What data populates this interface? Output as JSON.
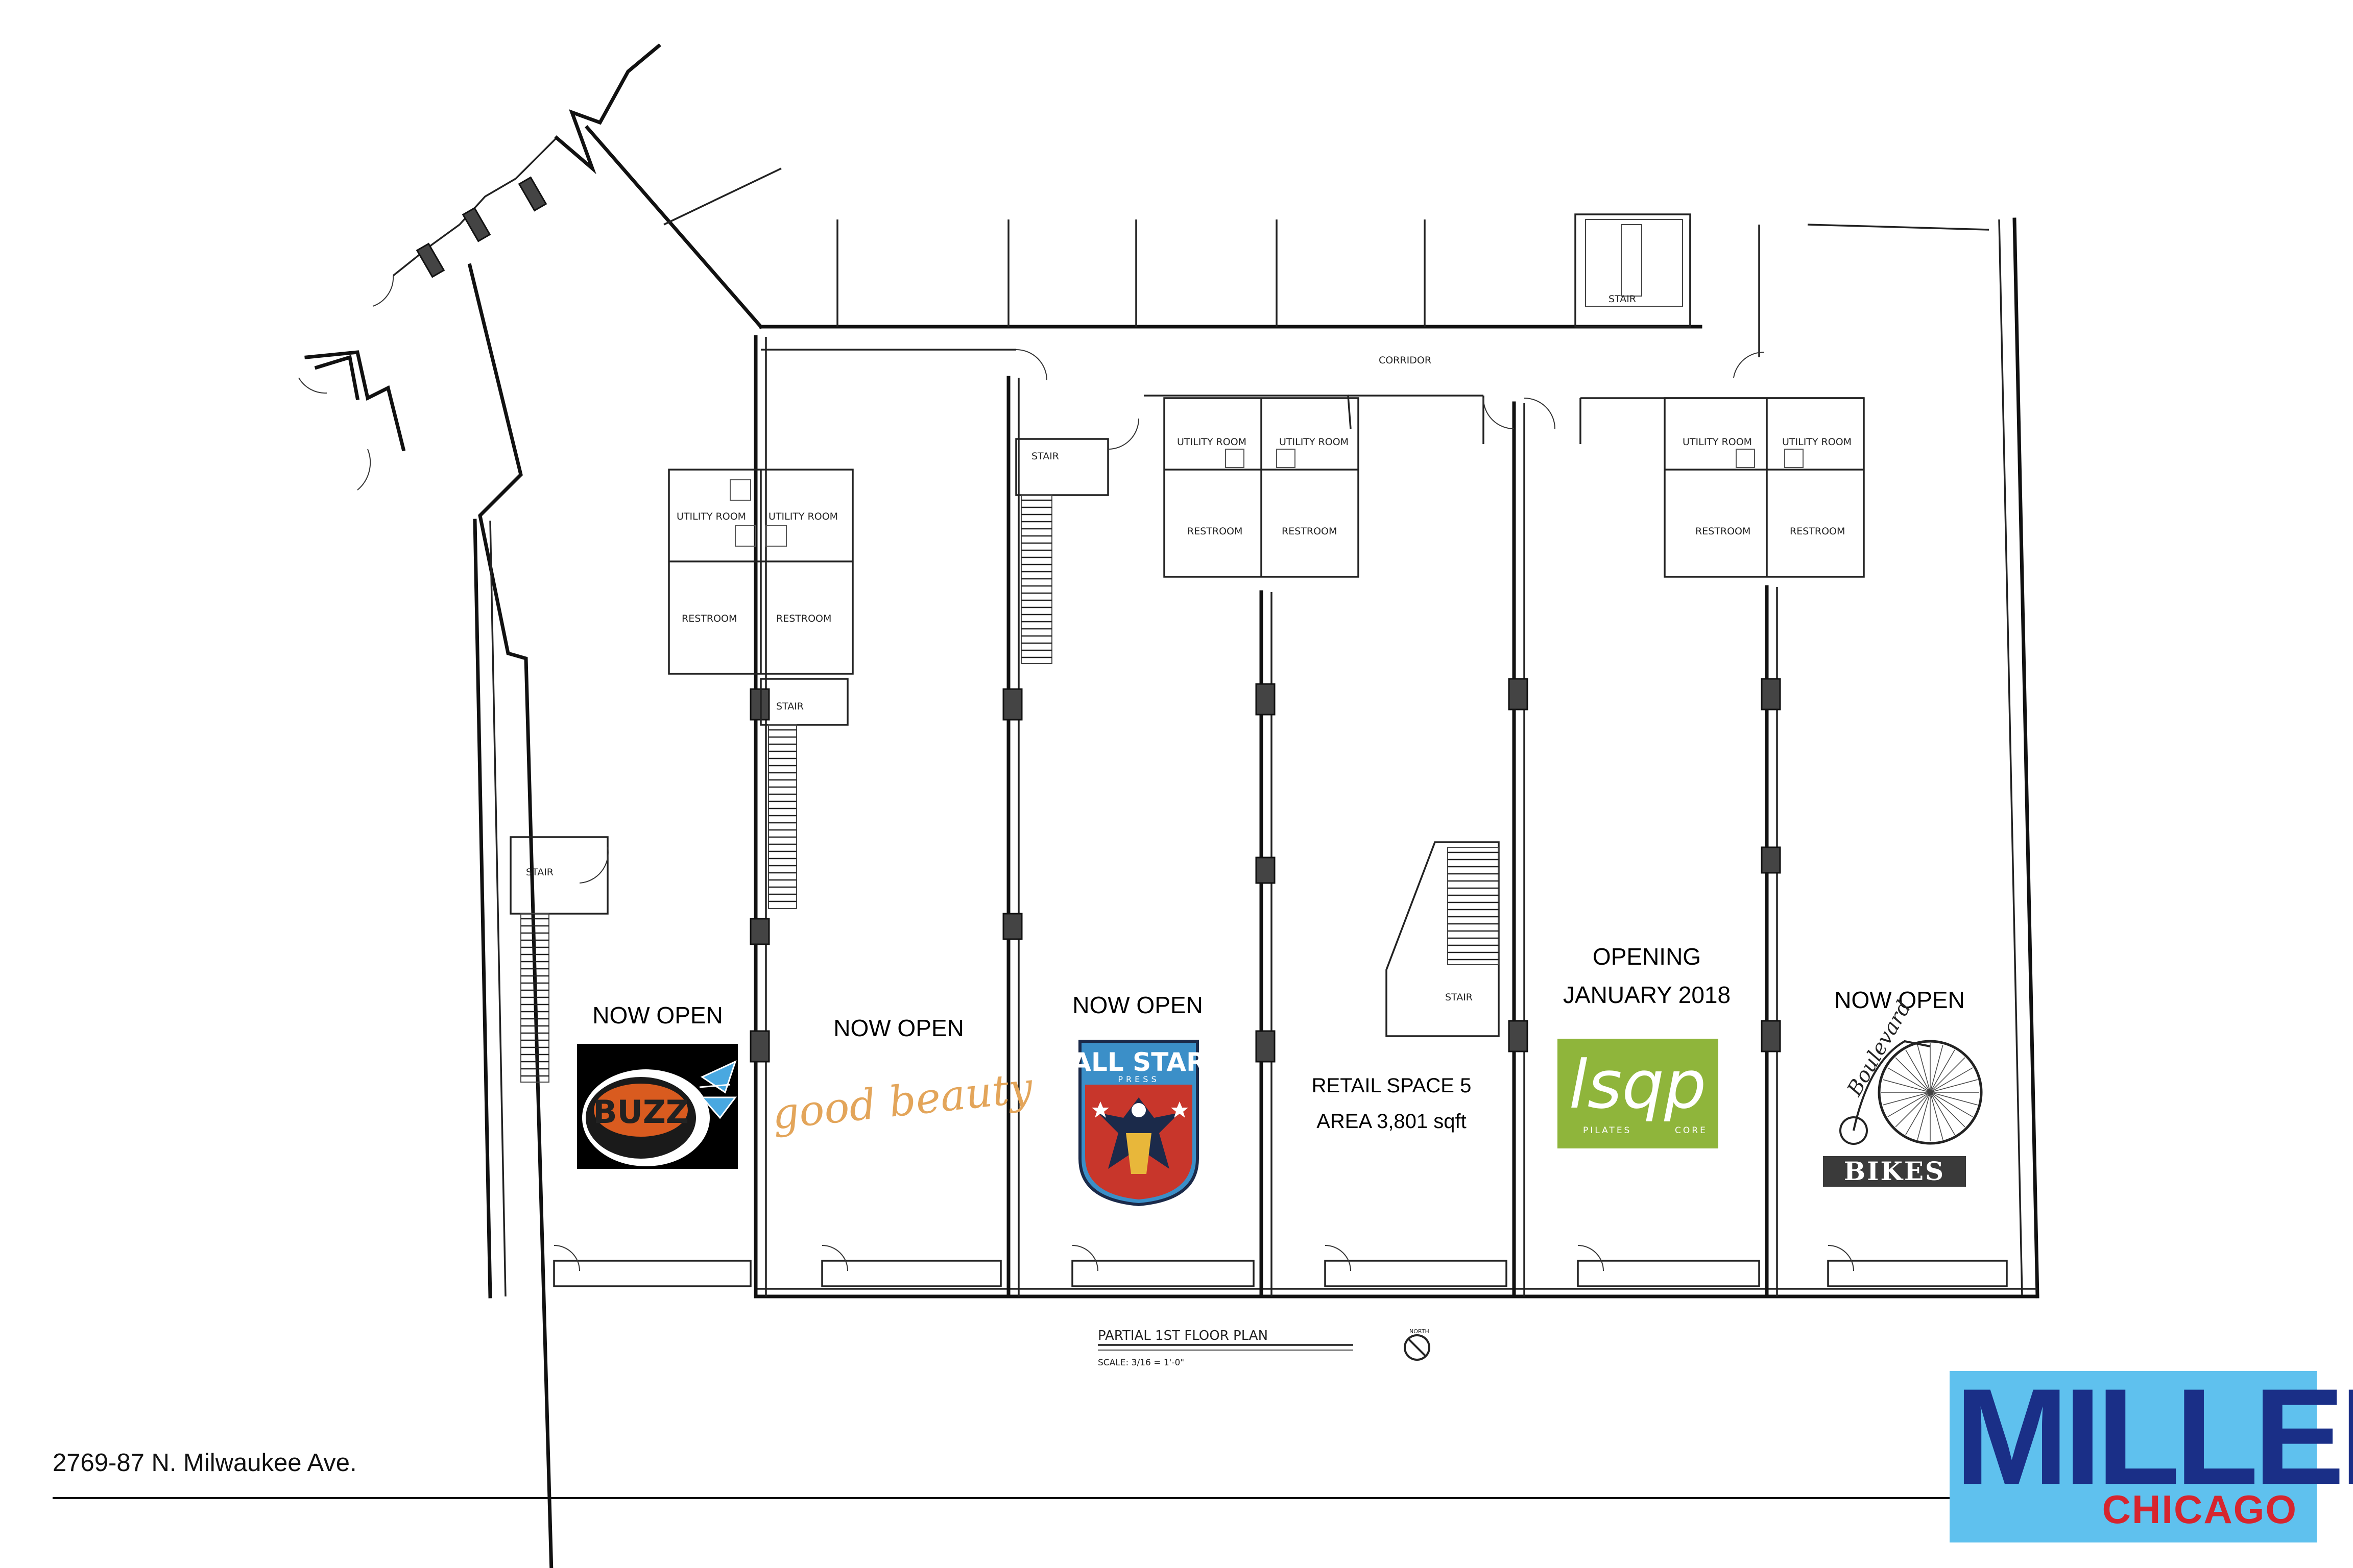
{
  "plan": {
    "title": "PARTIAL 1ST FLOOR PLAN",
    "scale": "SCALE: 3/16 = 1'-0\"",
    "north_label": "NORTH",
    "corridor_label": "CORRIDOR",
    "stair_label": "STAIR",
    "utility_room_label": "UTILITY ROOM",
    "restroom_label": "RESTROOM"
  },
  "spaces": {
    "buzz": {
      "status": "NOW OPEN",
      "logo_text": "BUZZ"
    },
    "good_beauty": {
      "status": "NOW OPEN",
      "logo_text": "good beauty"
    },
    "all_star": {
      "status": "NOW OPEN",
      "logo_text": "ALL STAR",
      "logo_subtext": "PRESS"
    },
    "retail5": {
      "name": "RETAIL SPACE 5",
      "area": "AREA  3,801 sqft"
    },
    "lsqp": {
      "status_line1": "OPENING",
      "status_line2": "JANUARY 2018",
      "logo_text": "lsqp",
      "logo_sub_left": "PILATES",
      "logo_sub_right": "CORE"
    },
    "boulevard": {
      "status": "NOW OPEN",
      "logo_script": "Boulevard",
      "logo_text": "BIKES"
    }
  },
  "footer": {
    "address": "2769-87 N. Milwaukee Ave.",
    "brand_top": "MILLER",
    "brand_bottom": "CHICAGO"
  },
  "colors": {
    "brand_bg": "#5fc1ee",
    "brand_blue": "#1a2f87",
    "brand_red": "#d6252e",
    "lsqp_green": "#8fb53b",
    "allstar_blue": "#3b8fc8",
    "allstar_red": "#c8362b",
    "good_beauty_gold": "#e3a55a",
    "buzz_orange": "#d95b1f",
    "buzz_wing": "#49a8e0"
  }
}
